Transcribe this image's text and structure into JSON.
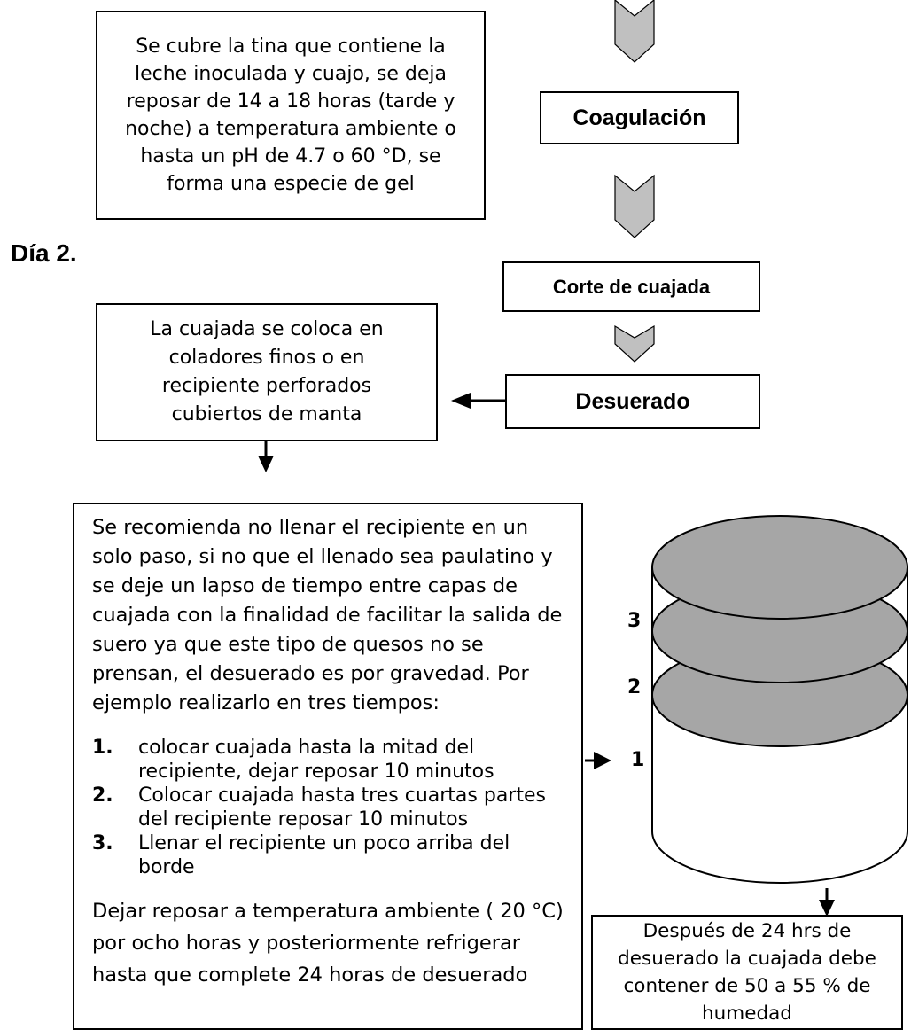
{
  "day_label": "Día 2.",
  "flow": {
    "coagulacion": "Coagulación",
    "corte": "Corte de cuajada",
    "desuerado": "Desuerado"
  },
  "notes": {
    "coagulacion_note": "Se cubre la tina que contiene la leche inoculada y  cuajo,  se deja reposar de 14 a 18 horas (tarde y noche) a temperatura ambiente o hasta un pH de 4.7 o 60 °D, se forma una especie de gel",
    "desuerado_note": "La cuajada se coloca en coladores finos o  en recipiente perforados cubiertos de manta",
    "result_note": "Después de 24 hrs de desuerado la cuajada debe contener de 50 a 55 % de humedad"
  },
  "description": {
    "intro": "Se recomienda no llenar el recipiente en un solo paso, si no que el llenado sea paulatino y se deje un lapso de tiempo entre capas de cuajada con la finalidad de facilitar la salida de suero ya que este tipo de quesos no se prensan, el desuerado es por gravedad. Por ejemplo realizarlo en tres tiempos:",
    "steps": [
      {
        "num": "1.",
        "text": "colocar cuajada hasta la mitad del recipiente, dejar reposar 10 minutos"
      },
      {
        "num": "2.",
        "text": "Colocar cuajada hasta tres cuartas partes del recipiente reposar 10 minutos"
      },
      {
        "num": "3.",
        "text": "Llenar el recipiente un poco arriba del borde"
      }
    ],
    "closing": "Dejar reposar a temperatura ambiente ( 20 °C) por ocho horas y posteriormente refrigerar hasta que complete 24 horas de desuerado"
  },
  "layers": [
    "3",
    "2",
    "1"
  ],
  "colors": {
    "chevron_fill": "#c0c0c0",
    "layer_fill": "#a6a6a6",
    "stroke": "#000000"
  }
}
